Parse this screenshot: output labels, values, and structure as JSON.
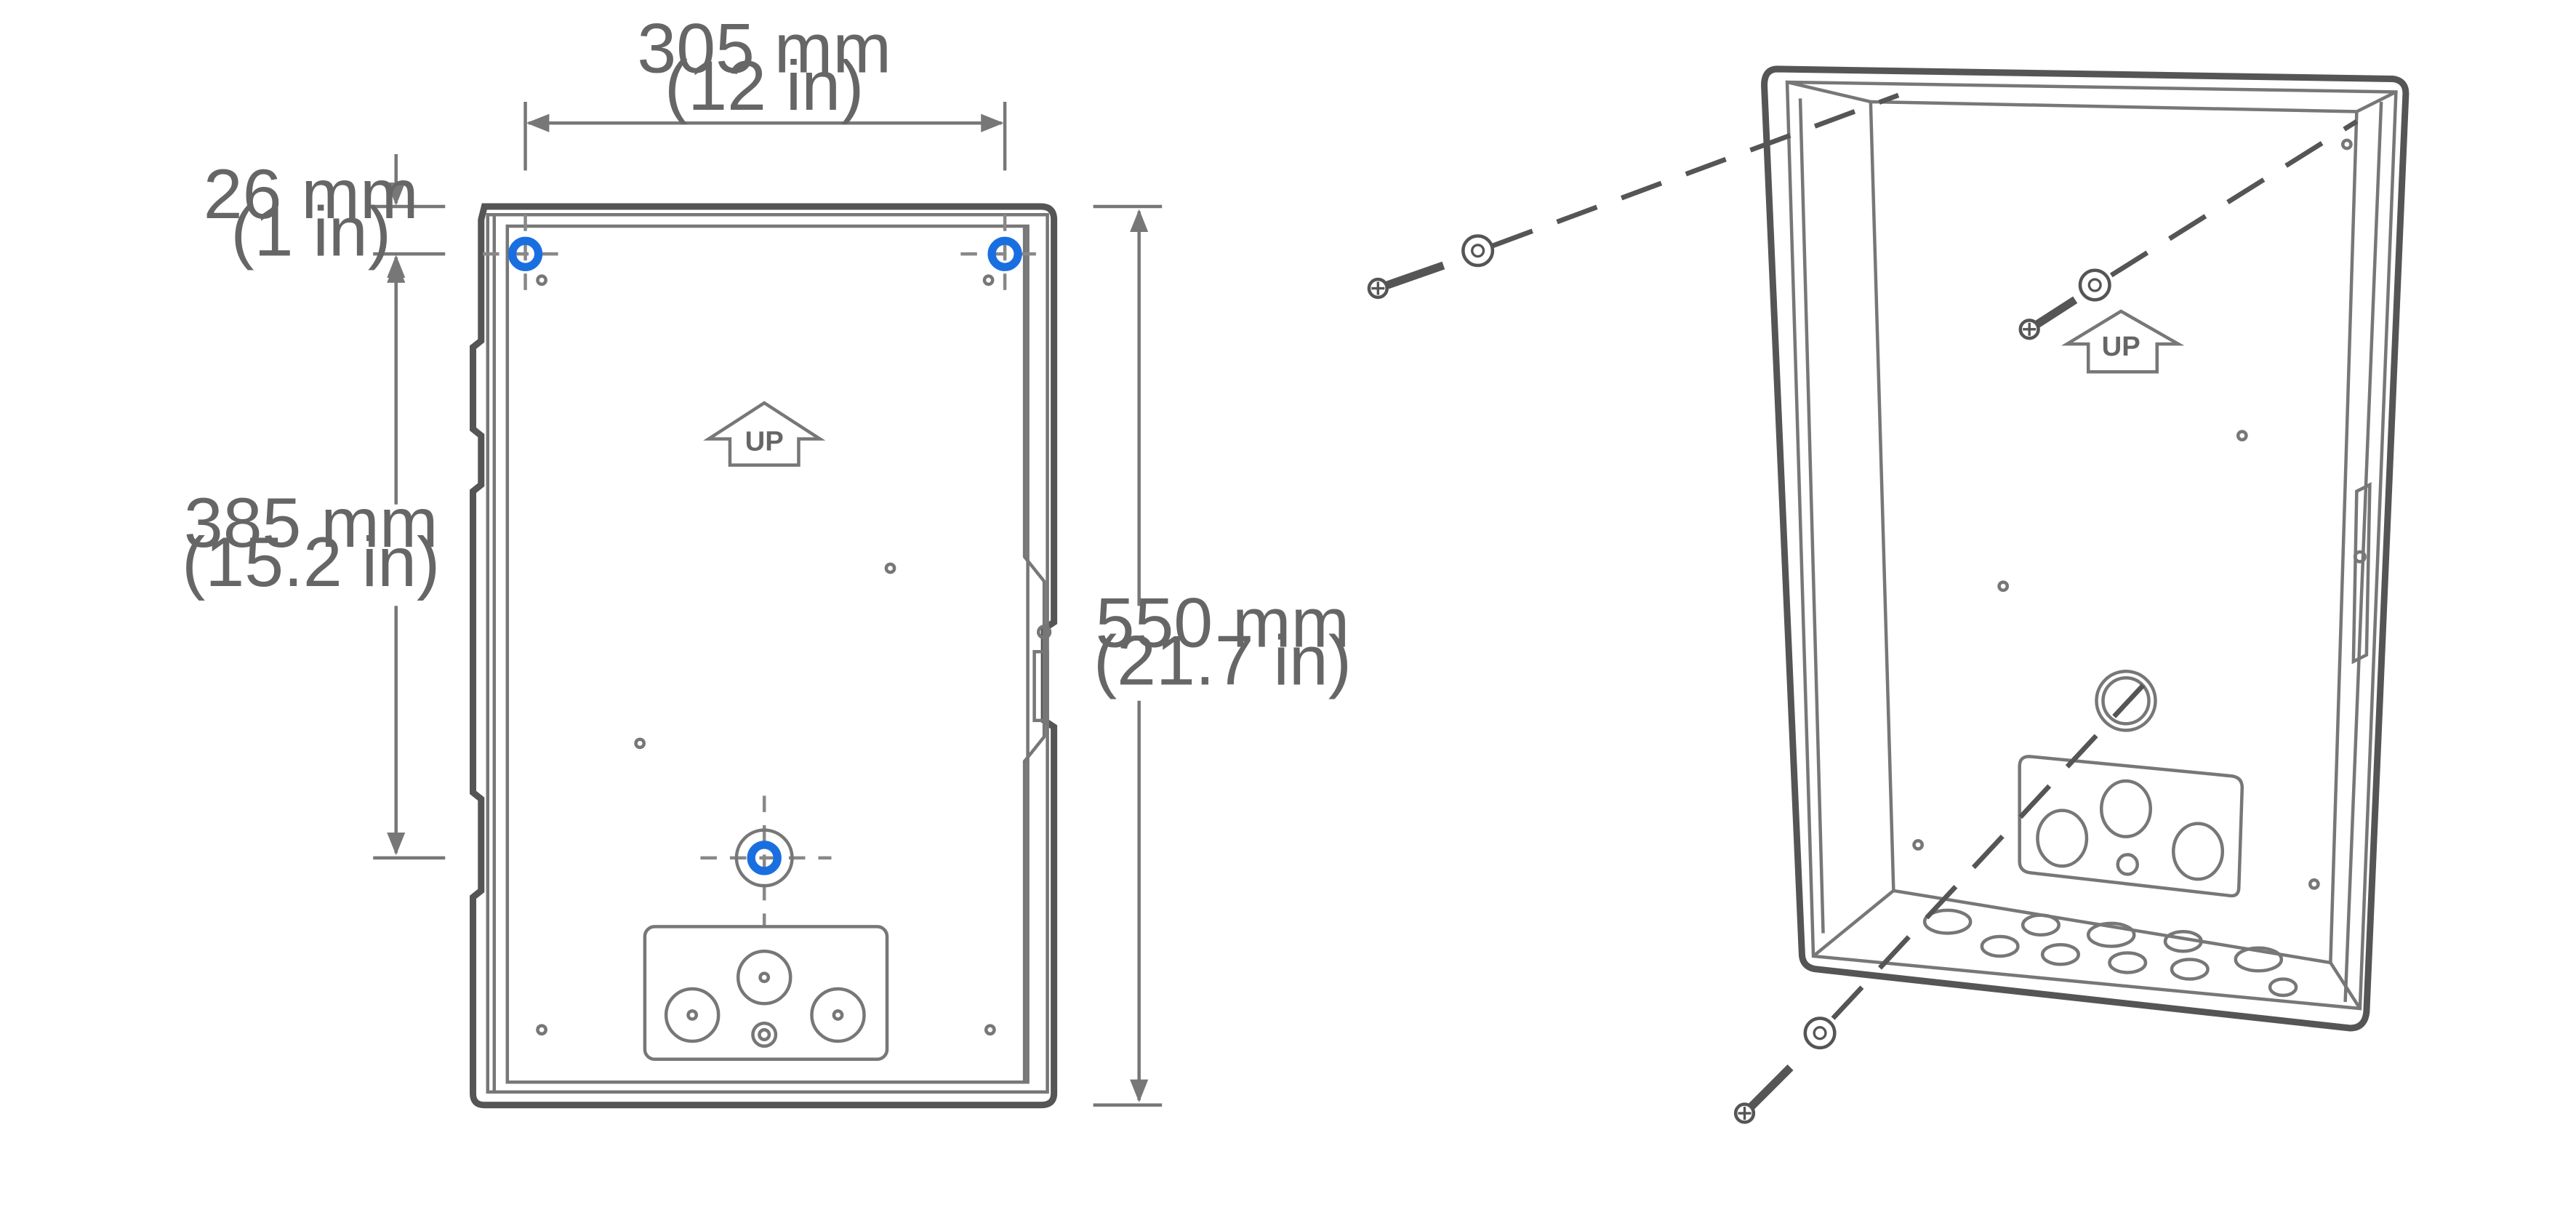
{
  "dimensions": {
    "width_mm": "305 mm",
    "width_in": "(12 in)",
    "top_offset_mm": "26 mm",
    "top_offset_in": "(1 in)",
    "hole_spacing_mm": "385 mm",
    "hole_spacing_in": "(15.2 in)",
    "height_mm": "550 mm",
    "height_in": "(21.7 in)"
  },
  "labels": {
    "front_up": "UP",
    "iso_up": "UP"
  },
  "colors": {
    "mounting_hole": "#1a6fe0",
    "line": "#555555",
    "dimension_text": "#666666"
  },
  "icons": {
    "screw": "screw-icon",
    "washer": "washer-icon",
    "mounting_hole": "mounting-hole-marker",
    "up_arrow": "up-arrow-icon"
  }
}
